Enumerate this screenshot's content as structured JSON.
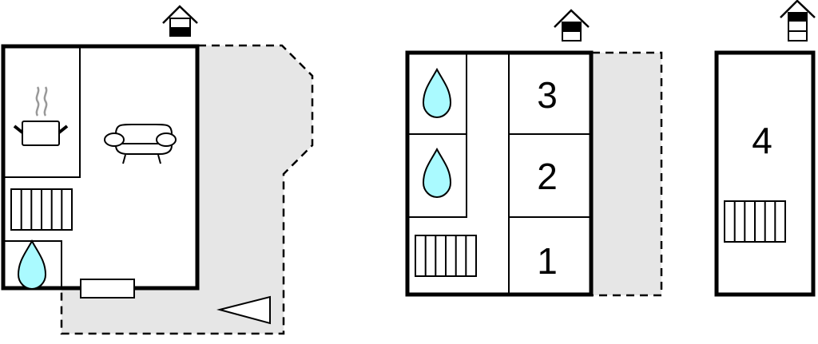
{
  "plans": [
    {
      "name": "ground-floor",
      "icons": [
        "house-level-icon",
        "kitchen-icon",
        "sofa-icon",
        "radiator-icon",
        "bathroom-icon",
        "window-icon",
        "entrance-arrow-icon"
      ]
    },
    {
      "name": "first-floor",
      "rooms": [
        "3",
        "2",
        "1"
      ],
      "icons": [
        "house-level-icon",
        "bathroom-icon",
        "bathroom-icon",
        "radiator-icon"
      ]
    },
    {
      "name": "second-floor",
      "rooms": [
        "4"
      ],
      "icons": [
        "house-level-icon",
        "radiator-icon"
      ]
    }
  ],
  "colors": {
    "water": "#aafaff",
    "terrace": "#e6e6e6"
  }
}
